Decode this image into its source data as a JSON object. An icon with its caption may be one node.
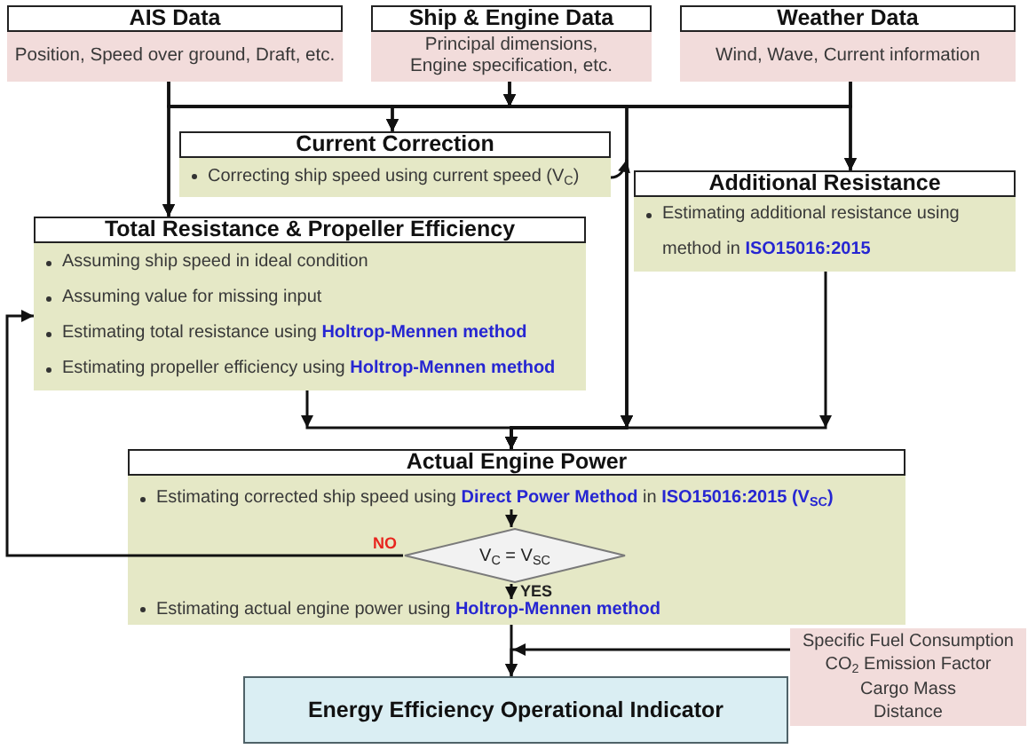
{
  "diagram": {
    "nodes": [
      {
        "text": [
          "AIS Data",
          "Position, Speed over ground, Draft, etc."
        ]
      },
      {
        "text": [
          "Ship & Engine Data",
          "Principal dimensions, Engine specification, etc."
        ]
      },
      {
        "text": [
          "Weather Data",
          "Wind, Wave, Current information"
        ]
      },
      {
        "text": [
          "Current Correction",
          "Correcting ship speed using current speed (V$_{C}$)"
        ]
      },
      {
        "text": [
          "Additional Resistance",
          "Estimating additional resistance using method in **ISO15016:2015**"
        ]
      },
      {
        "text": [
          "Total Resistance & Propeller Efficiency",
          "Assuming ship speed in ideal condition",
          "Assuming value for missing input",
          "Estimating total resistance using **Holtrop-Mennen method**",
          "Estimating propeller efficiency using **Holtrop-Mennen method**"
        ]
      },
      {
        "text": [
          "Actual Engine Power"
        ]
      },
      {
        "text": [
          "Estimating corrected ship speed using **Direct Power Method** in **ISO15016:2015 (V$_{SC}$)**"
        ],
        "in": 6
      },
      {
        "text": [
          "V$_{C}$ = V$_{SC}$"
        ],
        "in": 6
      },
      {
        "text": [
          "Estimating actual engine power using **Holtrop-Mennen method**"
        ],
        "in": 6
      },
      {
        "text": [
          "Specific Fuel Consumption",
          "CO$_{2}$ Emission Factor",
          "Cargo Mass",
          "Distance"
        ]
      },
      {
        "text": [
          "Energy Efficiency Operational Indicator"
        ]
      }
    ],
    "edges": [
      {
        "from": 0,
        "to": 3,
        "arrow": "to"
      },
      {
        "from": 0,
        "to": 5,
        "arrow": "to"
      },
      {
        "from": 0,
        "to": 4,
        "arrow": "to"
      },
      {
        "from": 0,
        "to": 6,
        "arrow": "to"
      },
      {
        "from": 1,
        "to": 3,
        "arrow": "to"
      },
      {
        "from": 1,
        "to": 5,
        "arrow": "to"
      },
      {
        "from": 1,
        "to": 4,
        "arrow": "to"
      },
      {
        "from": 1,
        "to": 6,
        "arrow": "to"
      },
      {
        "from": 2,
        "to": 3,
        "arrow": "to"
      },
      {
        "from": 2,
        "to": 5,
        "arrow": "to"
      },
      {
        "from": 2,
        "to": 4,
        "arrow": "to"
      },
      {
        "from": 2,
        "to": 6,
        "arrow": "to"
      },
      {
        "from": 3,
        "to": 6,
        "arrow": "to"
      },
      {
        "from": 5,
        "to": 6,
        "arrow": "to"
      },
      {
        "from": 4,
        "to": 6,
        "arrow": "to"
      },
      {
        "from": 7,
        "to": 8,
        "arrow": "to"
      },
      {
        "from": 8,
        "to": 5,
        "arrow": "to",
        "label": "NO"
      },
      {
        "from": 8,
        "to": 9,
        "arrow": "to",
        "label": "YES"
      },
      {
        "from": 6,
        "to": 11,
        "arrow": "to"
      },
      {
        "from": 10,
        "to": 11,
        "arrow": "to"
      }
    ]
  }
}
